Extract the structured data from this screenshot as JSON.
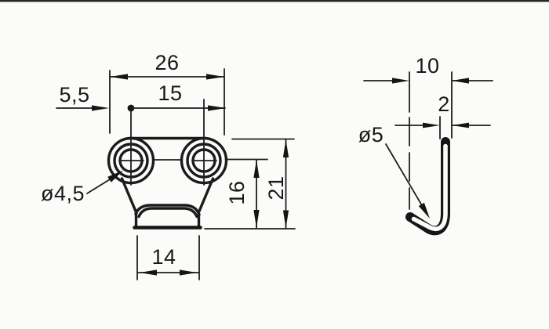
{
  "views": {
    "front": {
      "labels": {
        "overall_width": "26",
        "hole_pitch": "15",
        "edge_distance": "5,5",
        "hole_diameter": "ø4,5",
        "center_height": "16",
        "overall_height": "21",
        "base_width": "14"
      }
    },
    "side": {
      "labels": {
        "depth": "10",
        "thickness": "2",
        "hook_inner_diameter": "ø5"
      }
    },
    "colors": {
      "ink": "#1b1b1b",
      "paper": "#fbfbf9"
    }
  }
}
